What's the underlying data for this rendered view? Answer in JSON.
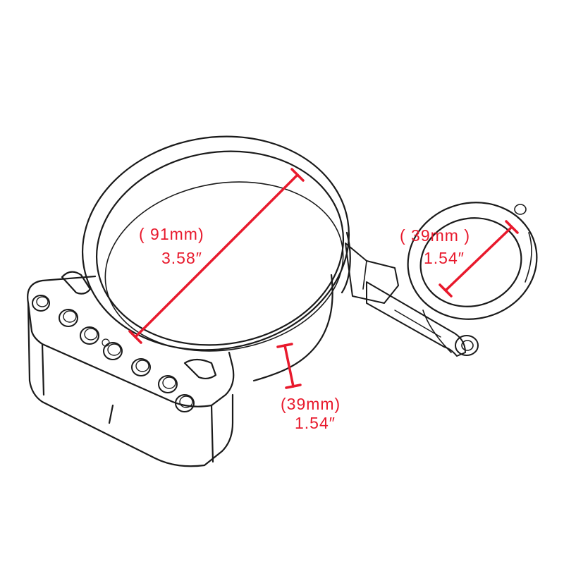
{
  "colors": {
    "dimension": "#e8192c",
    "outline": "#1a1a1a",
    "background": "#ffffff"
  },
  "dimensions": {
    "ring_diameter": {
      "metric": "( 91mm)",
      "imperial": "3.58″"
    },
    "clamp_diameter": {
      "metric": "( 39mm )",
      "imperial": "1.54″"
    },
    "ring_depth": {
      "metric": "(39mm)",
      "imperial": "1.54″"
    }
  },
  "mount_holes": 8
}
